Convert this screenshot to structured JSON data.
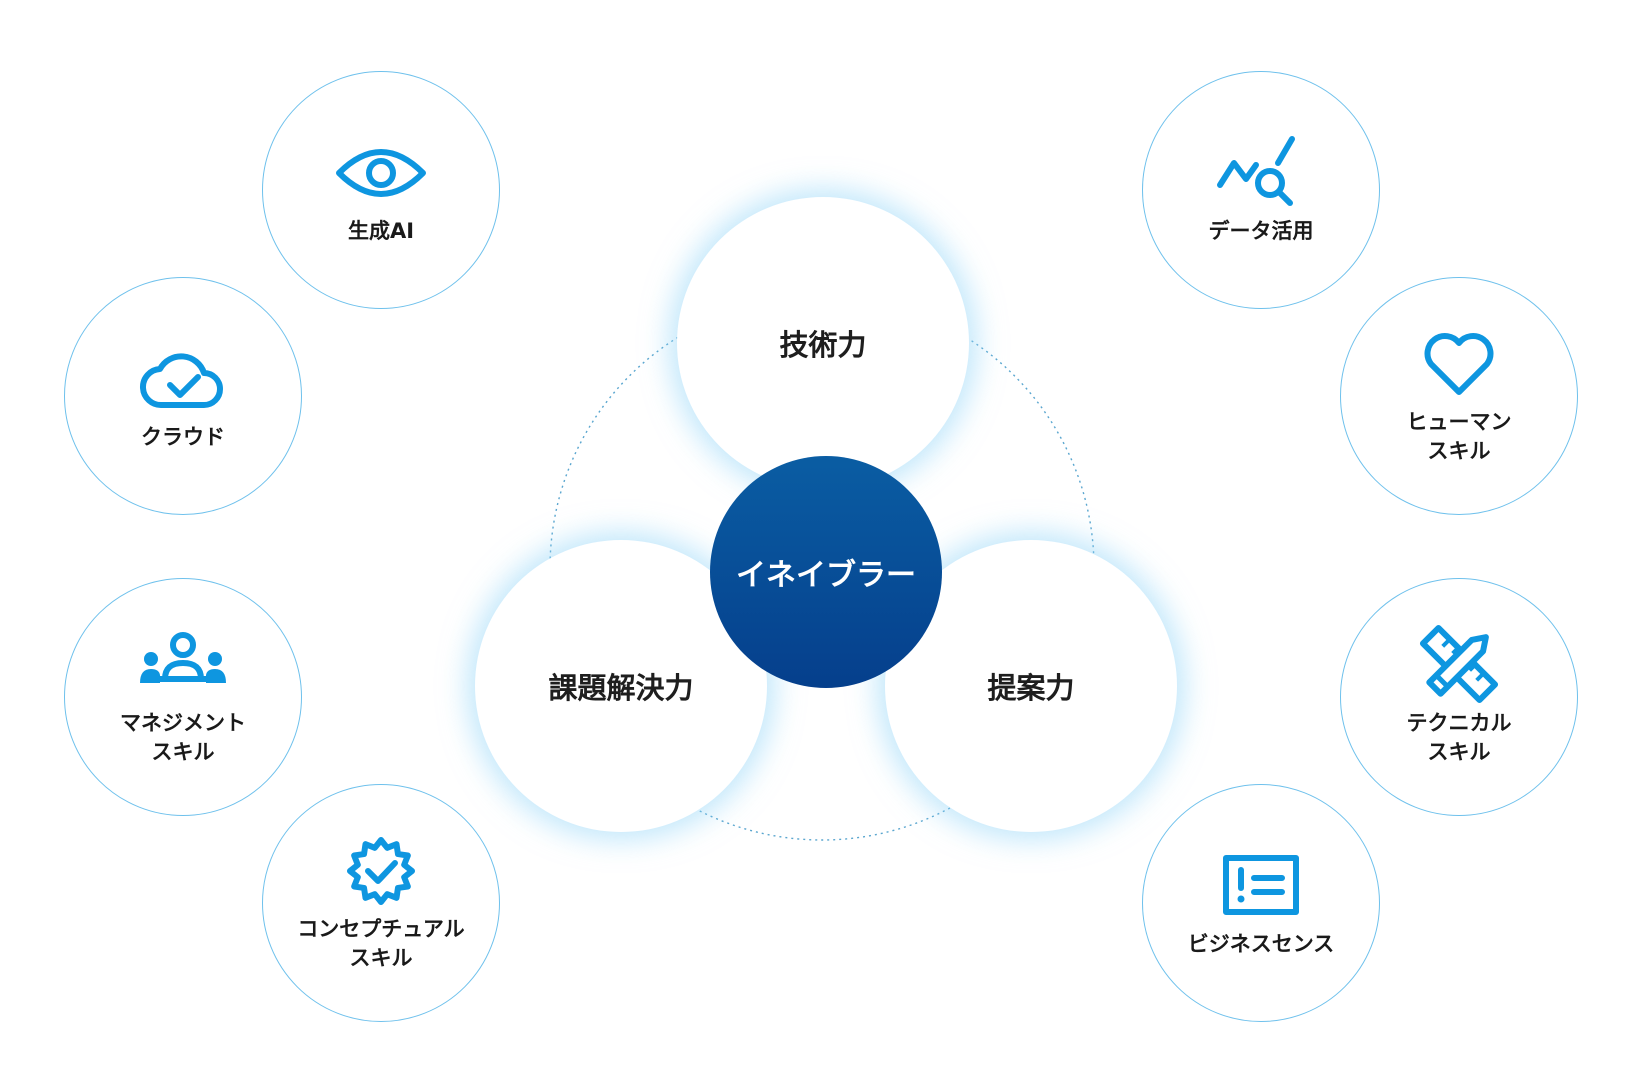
{
  "center": {
    "label": "イネイブラー"
  },
  "core": [
    {
      "label": "技術力"
    },
    {
      "label": "課題解決力"
    },
    {
      "label": "提案力"
    }
  ],
  "skills_left": [
    {
      "label": "生成AI",
      "icon": "eye-icon"
    },
    {
      "label": "クラウド",
      "icon": "cloud-check-icon"
    },
    {
      "label": "マネジメント\nスキル",
      "icon": "team-icon"
    },
    {
      "label": "コンセプチュアル\nスキル",
      "icon": "badge-check-icon"
    }
  ],
  "skills_right": [
    {
      "label": "データ活用",
      "icon": "chart-search-icon"
    },
    {
      "label": "ヒューマン\nスキル",
      "icon": "heart-icon"
    },
    {
      "label": "テクニカル\nスキル",
      "icon": "ruler-pencil-icon"
    },
    {
      "label": "ビジネスセンス",
      "icon": "list-board-icon"
    }
  ],
  "colors": {
    "accent": "#0e96e0",
    "ring": "#6fc1ec",
    "center_top": "#0a5da3",
    "center_bottom": "#053f8c"
  }
}
